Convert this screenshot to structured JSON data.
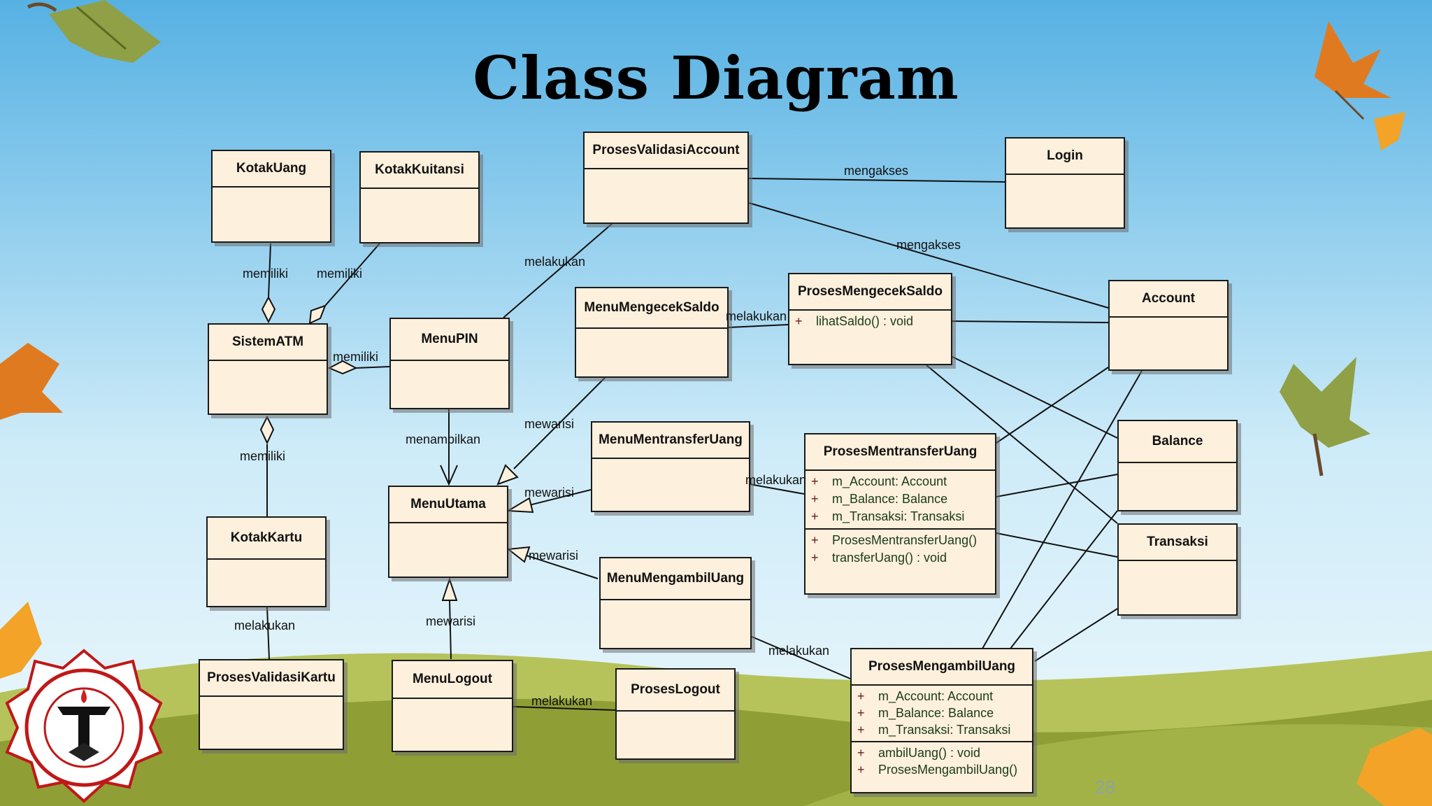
{
  "slide": {
    "title": "Class Diagram",
    "page_number": "28"
  },
  "classes": {
    "kotakuang": {
      "name": "KotakUang"
    },
    "kotakkuitansi": {
      "name": "KotakKuitansi"
    },
    "prosesvalidasiaccount": {
      "name": "ProsesValidasiAccount"
    },
    "login": {
      "name": "Login"
    },
    "sistematm": {
      "name": "SistemATM"
    },
    "menupin": {
      "name": "MenuPIN"
    },
    "menumengeceksaldo": {
      "name": "MenuMengecekSaldo"
    },
    "prosesmengeceksaldo": {
      "name": "ProsesMengecekSaldo",
      "methods": [
        {
          "vis": "+",
          "text": "lihatSaldo() : void"
        }
      ]
    },
    "account": {
      "name": "Account"
    },
    "menumentransferuang": {
      "name": "MenuMentransferUang"
    },
    "prosesmentransferuang": {
      "name": "ProsesMentransferUang",
      "attributes": [
        {
          "vis": "+",
          "text": "m_Account:  Account"
        },
        {
          "vis": "+",
          "text": "m_Balance:  Balance"
        },
        {
          "vis": "+",
          "text": "m_Transaksi:  Transaksi"
        }
      ],
      "methods": [
        {
          "vis": "+",
          "text": "ProsesMentransferUang()"
        },
        {
          "vis": "+",
          "text": "transferUang() : void"
        }
      ]
    },
    "balance": {
      "name": "Balance"
    },
    "transaksi": {
      "name": "Transaksi"
    },
    "menuutama": {
      "name": "MenuUtama"
    },
    "kotakkartu": {
      "name": "KotakKartu"
    },
    "menumengambiluang": {
      "name": "MenuMengambilUang"
    },
    "prosesvalidasikartu": {
      "name": "ProsesValidasiKartu"
    },
    "menulogout": {
      "name": "MenuLogout"
    },
    "proseslogout": {
      "name": "ProsesLogout"
    },
    "prosesmengambiluang": {
      "name": "ProsesMengambilUang",
      "attributes": [
        {
          "vis": "+",
          "text": "m_Account:  Account"
        },
        {
          "vis": "+",
          "text": "m_Balance:  Balance"
        },
        {
          "vis": "+",
          "text": "m_Transaksi:  Transaksi"
        }
      ],
      "methods": [
        {
          "vis": "+",
          "text": "ambilUang() : void"
        },
        {
          "vis": "+",
          "text": "ProsesMengambilUang()"
        }
      ]
    }
  },
  "relations": {
    "kotakuang_sistematm": "memiliki",
    "kotakkuitansi_sistematm": "memiliki",
    "menupin_sistematm": "memiliki",
    "kotakkartu_sistematm": "memiliki",
    "validasiaccount_login": "mengakses",
    "validasiaccount_account": "mengakses",
    "menupin_validasiaccount": "melakukan",
    "mengeceksaldo_proses": "melakukan",
    "menupin_menuutama": "menampilkan",
    "mengeceksaldo_menuutama": "mewarisi",
    "mentransfer_menuutama": "mewarisi",
    "mengambil_menuutama": "mewarisi",
    "logout_menuutama": "mewarisi",
    "mentransfer_proses": "melakukan",
    "kotakkartu_validasikartu": "melakukan",
    "mengambil_proses": "melakukan",
    "logout_proses": "melakukan"
  },
  "colors": {
    "sky_top": "#5fb6e6",
    "sky_bottom": "#dff1fb",
    "hill_light": "#a8b84a",
    "hill_dark": "#7e8f2c",
    "class_fill": "#fdf0dc"
  },
  "decorations": {
    "logo": "Universitas Teknokrat Indonesia seal",
    "leaves": "autumn-leaf-icons"
  }
}
